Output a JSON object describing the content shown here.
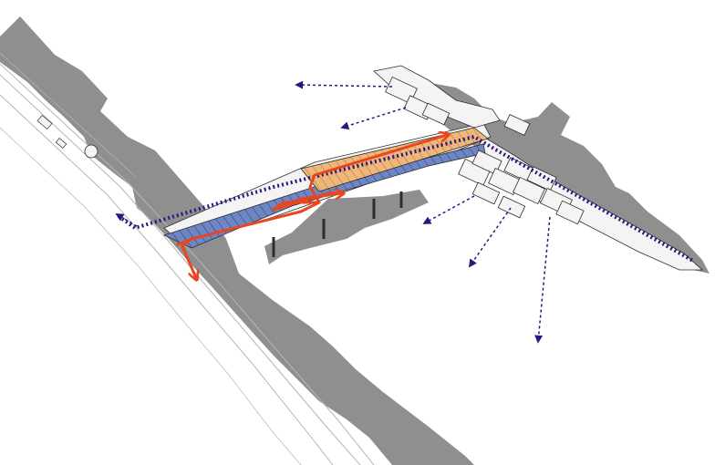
{
  "diagram": {
    "colors": {
      "background": "#ffffff",
      "shadow": "#8f8f8f",
      "structure_fill": "#f4f4f4",
      "structure_stroke": "#2e2e2e",
      "upper_deck": "#f0b77a",
      "lower_deck": "#6f86c4",
      "circulation_path": "#e8461e",
      "view_axis": "#2a1680",
      "road_line": "#b5b5b5"
    },
    "elements": [
      "river-bank-shadow",
      "street-edge",
      "footbridge-structure",
      "upper-deck-orange",
      "lower-deck-blue",
      "pedestrian-circulation-path",
      "building-cluster-right",
      "view-axis-arrows",
      "boundary-path-dotted"
    ]
  }
}
